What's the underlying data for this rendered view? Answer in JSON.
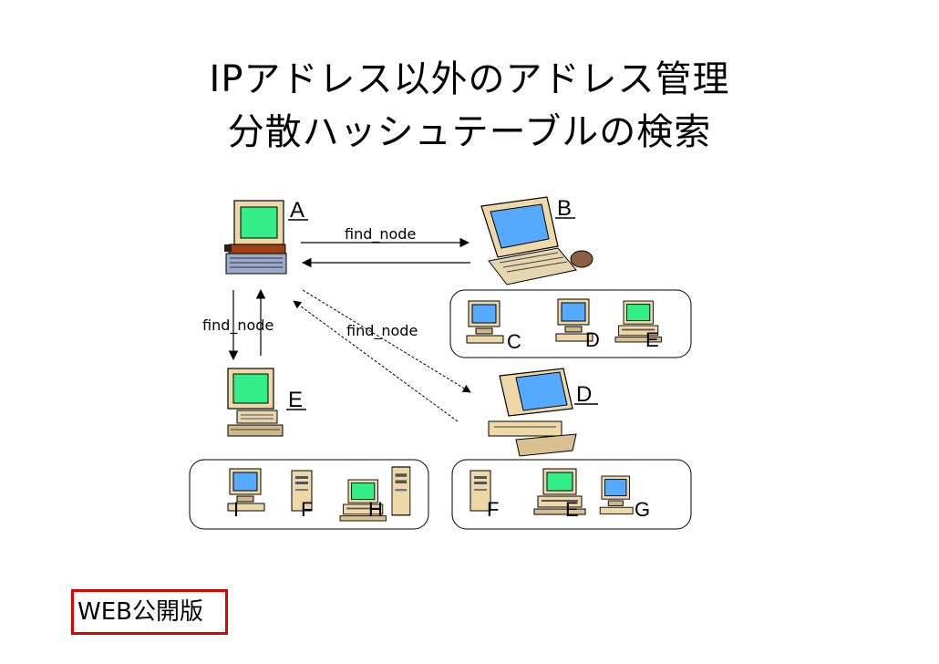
{
  "title": {
    "line1": "IPアドレス以外のアドレス管理",
    "line2": "分散ハッシュテーブルの検索"
  },
  "edges": {
    "a_to_b": "find_node",
    "a_to_e": "find_node",
    "a_to_d": "find_node"
  },
  "nodes": {
    "A": "A",
    "B": "B",
    "D": "D",
    "E": "E"
  },
  "groups": {
    "b_peers": [
      "C",
      "D",
      "E"
    ],
    "e_peers": [
      "I",
      "F",
      "H"
    ],
    "d_peers": [
      "F",
      "E",
      "G"
    ]
  },
  "badge": "WEB公開版",
  "colors": {
    "screen_green": "#33ee88",
    "screen_blue": "#55aaff",
    "case_beige": "#eed8a8",
    "badge_border": "#e00000"
  },
  "icons": {
    "A": "laptop-computer-icon",
    "B": "notebook-computer-icon",
    "D": "desktop-computer-icon",
    "E": "desktop-computer-icon"
  }
}
